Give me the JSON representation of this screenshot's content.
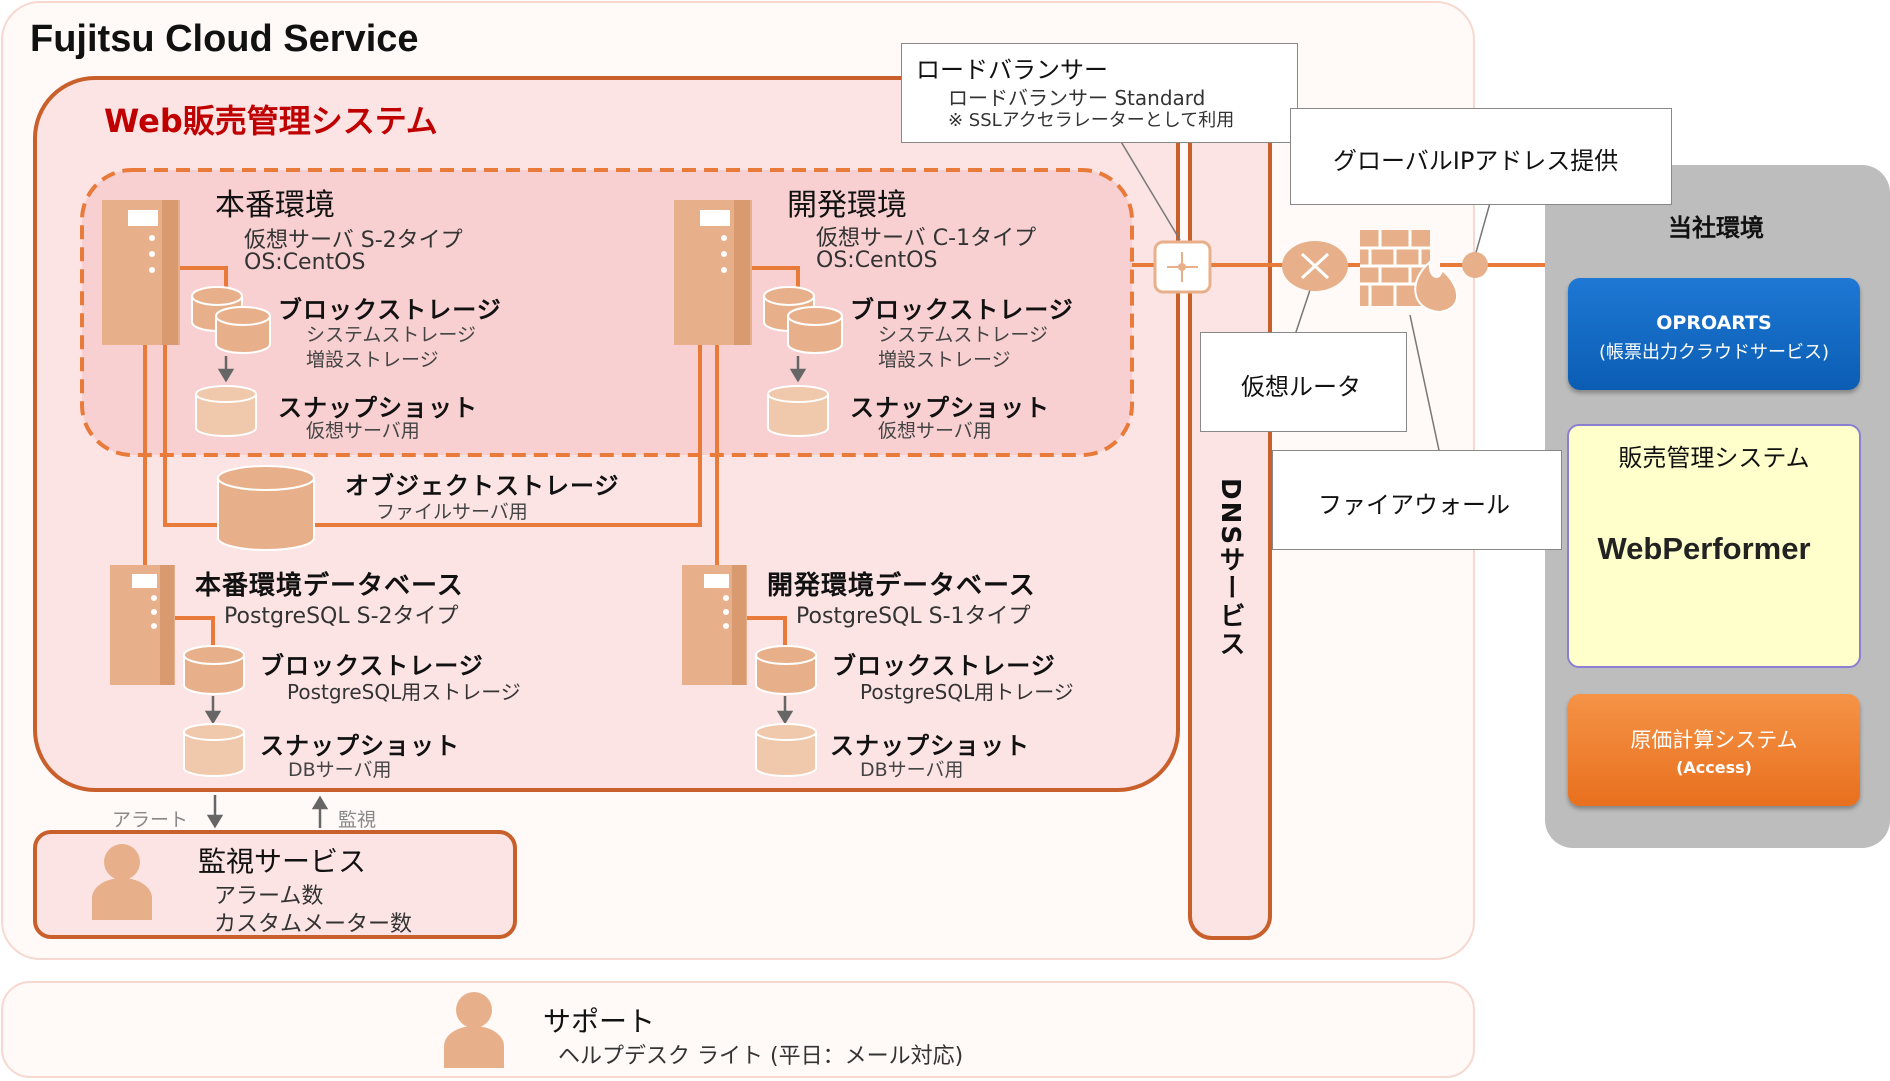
{
  "title": "Fujitsu Cloud Service",
  "system_name": "Web販売管理システム",
  "production": {
    "title": "本番環境",
    "server_type": "仮想サーバ S-2タイプ",
    "os": "OS:CentOS",
    "block_storage": "ブロックストレージ",
    "system_storage": "システムストレージ",
    "additional_storage": "増設ストレージ",
    "snapshot": "スナップショット",
    "snapshot_note": "仮想サーバ用"
  },
  "development": {
    "title": "開発環境",
    "server_type": "仮想サーバ C-1タイプ",
    "os": "OS:CentOS",
    "block_storage": "ブロックストレージ",
    "system_storage": "システムストレージ",
    "additional_storage": "増設ストレージ",
    "snapshot": "スナップショット",
    "snapshot_note": "仮想サーバ用"
  },
  "object_storage": {
    "title": "オブジェクトストレージ",
    "note": "ファイルサーバ用"
  },
  "production_db": {
    "title": "本番環境データベース",
    "type": "PostgreSQL S-2タイプ",
    "block_storage": "ブロックストレージ",
    "storage_note": "PostgreSQL用ストレージ",
    "snapshot": "スナップショット",
    "snapshot_note": "DBサーバ用"
  },
  "development_db": {
    "title": "開発環境データベース",
    "type": "PostgreSQL S-1タイプ",
    "block_storage": "ブロックストレージ",
    "storage_note": "PostgreSQL用トレージ",
    "snapshot": "スナップショット",
    "snapshot_note": "DBサーバ用"
  },
  "alert_label": "アラート",
  "monitor_label": "監視",
  "monitoring": {
    "title": "監視サービス",
    "item1": "アラーム数",
    "item2": "カスタムメーター数"
  },
  "support": {
    "title": "サポート",
    "note": "ヘルプデスク ライト (平日：メール対応)"
  },
  "dns_service": "DNSサービス",
  "load_balancer": {
    "title": "ロードバランサー",
    "type": "ロードバランサー Standard",
    "note": "※ SSLアクセラレーターとして利用"
  },
  "global_ip": "グローバルIPアドレス提供",
  "virtual_router": "仮想ルータ",
  "firewall": "ファイアウォール",
  "company_env": {
    "title": "当社環境",
    "oproarts": "OPROARTS",
    "oproarts_note": "(帳票出力クラウドサービス)",
    "sales_system": "販売管理システム",
    "webperformer": "WebPerformer",
    "cost_system": "原価計算システム",
    "cost_note": "(Access)"
  },
  "colors": {
    "accent_orange": "#e87a3a",
    "device_fill": "#e8b08a",
    "system_title": "#c00000",
    "panel_pink": "#fce4e4",
    "company_panel": "#bdbdbd",
    "oproarts_blue": "#0b5db3",
    "cost_orange": "#e8701e"
  }
}
